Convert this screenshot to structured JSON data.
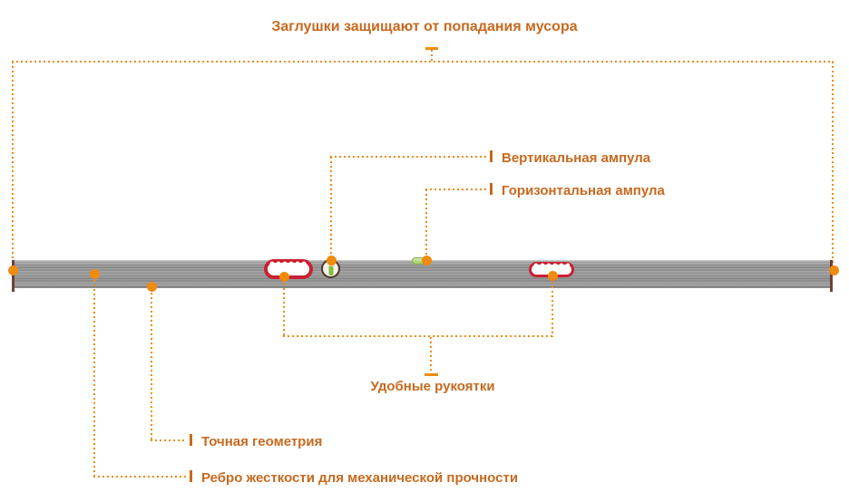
{
  "diagram": {
    "product": "spirit-level-feature-callouts",
    "callouts": {
      "caps": "Заглушки защищают от попадания мусора",
      "vertical_vial": "Вертикальная ампула",
      "horizontal_vial": "Горизонтальная ампула",
      "handles": "Удобные рукоятки",
      "geometry": "Точная геометрия",
      "rib": "Ребро жесткости для механической прочности"
    },
    "colors": {
      "accent_text": "#c8691e",
      "accent_line": "#ef8b0e",
      "handle_red": "#c92031",
      "vial_green": "#9cc95f",
      "vial_ring": "#4d372c",
      "bar_gray": "#979797",
      "end_cap_brown": "#6e4036"
    }
  }
}
